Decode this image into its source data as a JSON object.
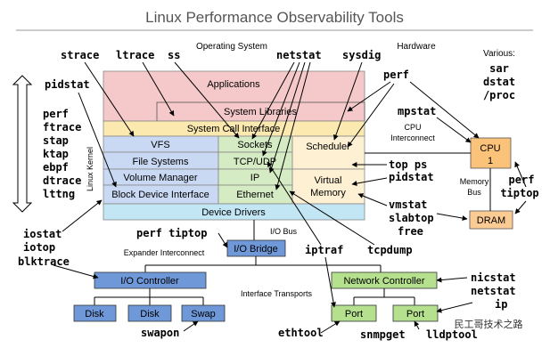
{
  "title": "Linux Performance Observability Tools",
  "labels": {
    "operating_system": "Operating System",
    "hardware": "Hardware",
    "various": "Various:",
    "linux_kernel": "Linux Kernel",
    "cpu_interconnect_1": "CPU",
    "cpu_interconnect_2": "Interconnect",
    "memory_bus_1": "Memory",
    "memory_bus_2": "Bus",
    "io_bus": "I/O Bus",
    "expander_interconnect": "Expander Interconnect",
    "interface_transports": "Interface Transports"
  },
  "blocks": {
    "applications": "Applications",
    "system_libraries": "System Libraries",
    "system_call_interface": "System Call Interface",
    "vfs": "VFS",
    "file_systems": "File Systems",
    "volume_manager": "Volume Manager",
    "block_device_interface": "Block Device Interface",
    "sockets": "Sockets",
    "tcp_udp": "TCP/UDP",
    "ip": "IP",
    "ethernet": "Ethernet",
    "scheduler": "Scheduler",
    "virtual_memory_1": "Virtual",
    "virtual_memory_2": "Memory",
    "device_drivers": "Device Drivers",
    "cpu_1": "CPU",
    "cpu_2": "1",
    "dram": "DRAM",
    "io_bridge": "I/O Bridge",
    "io_controller": "I/O Controller",
    "network_controller": "Network Controller",
    "disk_1": "Disk",
    "disk_2": "Disk",
    "swap": "Swap",
    "port_1": "Port",
    "port_2": "Port"
  },
  "tools": {
    "strace": "strace",
    "ltrace": "ltrace",
    "ss": "ss",
    "netstat": "netstat",
    "sysdig": "sysdig",
    "perf_top": "perf",
    "sar": "sar",
    "dstat": "dstat",
    "proc": "/proc",
    "pidstat_left": "pidstat",
    "perf_left": "perf",
    "ftrace": "ftrace",
    "stap": "stap",
    "ktap": "ktap",
    "ebpf": "ebpf",
    "dtrace": "dtrace",
    "lttng": "lttng",
    "mpstat": "mpstat",
    "top_ps": "top ps",
    "pidstat_right": "pidstat",
    "vmstat": "vmstat",
    "slabtop": "slabtop",
    "free": "free",
    "perf_right": "perf",
    "tiptop_right": "tiptop",
    "iostat": "iostat",
    "iotop": "iotop",
    "blktrace": "blktrace",
    "perf_tiptop": "perf tiptop",
    "iptraf": "iptraf",
    "tcpdump": "tcpdump",
    "nicstat": "nicstat",
    "netstat_right": "netstat",
    "ip": "ip",
    "swapon": "swapon",
    "ethtool": "ethtool",
    "snmpget": "snmpget",
    "lldptool": "lldptool"
  },
  "watermark": "民工哥技术之路",
  "colors": {
    "applications": "#f5c9c9",
    "system_call": "#fbe9b0",
    "filesystem": "#c9d9f3",
    "network": "#d5ebc3",
    "scheduler": "#fdf0d3",
    "device_drivers": "#c3e6f5",
    "cpu": "#fbc27a",
    "dram": "#fbcb94",
    "io_blue": "#6f98d9",
    "port_green": "#b5e08e"
  }
}
